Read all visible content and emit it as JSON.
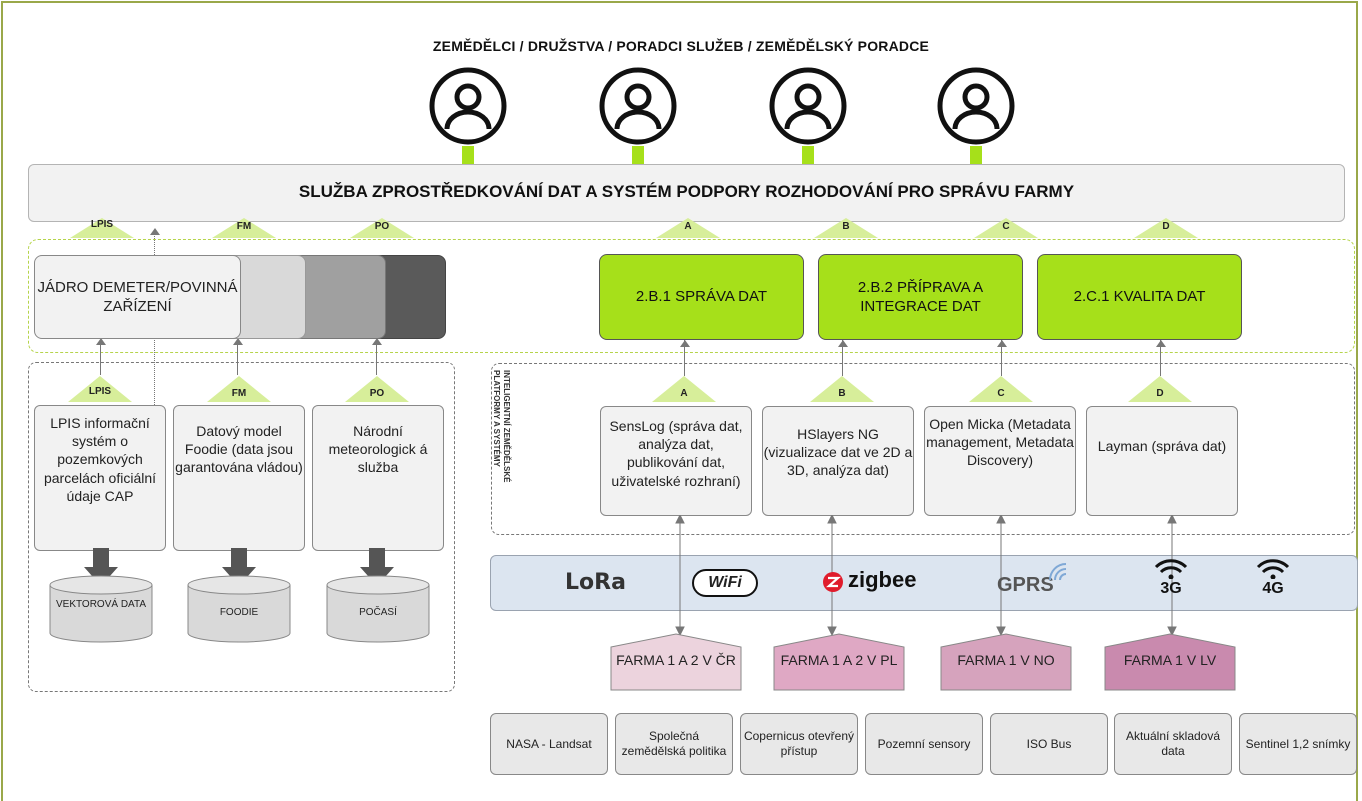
{
  "title": "ZEMĚDĚLCI / DRUŽSTVA / PORADCI SLUŽEB / ZEMĚDĚLSKÝ PORADCE",
  "banner": "SLUŽBA ZPROSTŘEDKOVÁNÍ DAT A SYSTÉM PODPORY ROZHODOVÁNÍ PRO SPRÁVU FARMY",
  "top_labels": [
    "LPIS",
    "FM",
    "PO",
    "A",
    "B",
    "C",
    "D"
  ],
  "core_box": "JÁDRO DEMETER/POVINNÁ ZAŘÍZENÍ",
  "green_boxes": [
    "2.B.1 SPRÁVA DAT",
    "2.B.2 PŘÍPRAVA A INTEGRACE DAT",
    "2.C.1 KVALITA DAT"
  ],
  "left_labels": [
    "LPIS",
    "FM",
    "PO"
  ],
  "left_sources": [
    "LPIS informační systém o pozemkových parcelách oficiální údaje CAP",
    "Datový model Foodie (data jsou garantována vládou)",
    "Národní meteorologick á služba"
  ],
  "databases": [
    "VEKTOROVÁ DATA",
    "FOODIE",
    "POČASÍ"
  ],
  "platform_label": "INTELIGENTNÍ ZEMĚDĚLSKÉ PLATFORMY A SYSTÉMY",
  "platform_labels": [
    "A",
    "B",
    "C",
    "D"
  ],
  "platform_sources": [
    "SensLog (správa dat, analýza dat, publikování dat, uživatelské rozhraní)",
    "HSlayers NG (vizualizace dat ve 2D a 3D, analýza dat)",
    "Open Micka (Metadata management, Metadata Discovery)",
    "Layman (správa dat)"
  ],
  "tech_logos": [
    "LoRa",
    "WiFi",
    "zigbee",
    "GPRS",
    "3G",
    "4G"
  ],
  "farms": [
    "FARMA 1 A 2 V ČR",
    "FARMA 1 A 2 V PL",
    "FARMA 1 V NO",
    "FARMA 1 V LV"
  ],
  "bottom_sources": [
    "NASA - Landsat",
    "Společná zemědělská politika",
    "Copernicus otevřený přístup",
    "Pozemní sensory",
    "ISO Bus",
    "Aktuální skladová data",
    "Sentinel 1,2 snímky"
  ],
  "colors": {
    "frame": "#9aa84a",
    "accent_green": "#a6e01a",
    "triangle": "#d7ee9a",
    "farm_1": "#ecd3dd",
    "farm_2": "#dfa8c4",
    "farm_3": "#d6a3bd",
    "farm_4": "#c98aae",
    "tech_bar": "#dce5f0"
  }
}
